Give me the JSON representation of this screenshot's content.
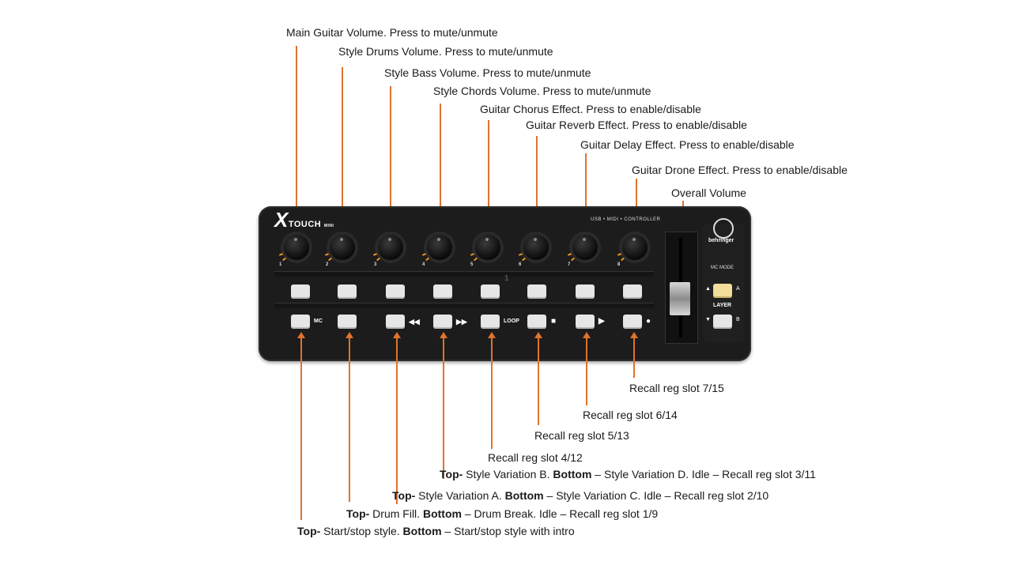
{
  "top_labels": [
    "Main Guitar Volume. Press to mute/unmute",
    "Style Drums Volume. Press to mute/unmute",
    "Style Bass Volume. Press to mute/unmute",
    "Style Chords Volume. Press to mute/unmute",
    "Guitar Chorus Effect. Press to enable/disable",
    "Guitar Reverb Effect. Press to enable/disable",
    "Guitar Delay Effect. Press to enable/disable",
    "Guitar Drone Effect. Press to enable/disable",
    "Overall Volume"
  ],
  "bottom_labels": {
    "slot7": "Recall reg slot 7/15",
    "slot6": "Recall reg slot 6/14",
    "slot5": "Recall reg slot 5/13",
    "slot4": "Recall reg slot 4/12",
    "slot3": {
      "top_key": "Top-",
      "top_text": " Style Variation B. ",
      "bottom_key": "Bottom",
      "bottom_text": " – Style Variation D. Idle – Recall reg slot 3/11"
    },
    "slot2": {
      "top_key": "Top-",
      "top_text": " Style Variation A. ",
      "bottom_key": "Bottom",
      "bottom_text": " – Style Variation C. Idle – Recall reg slot 2/10"
    },
    "slot1": {
      "top_key": "Top-",
      "top_text": " Drum Fill. ",
      "bottom_key": "Bottom",
      "bottom_text": " – Drum Break. Idle – Recall reg slot 1/9"
    },
    "slot0": {
      "top_key": "Top-",
      "top_text": " Start/stop style. ",
      "bottom_key": "Bottom",
      "bottom_text": " – Start/stop style with intro"
    }
  },
  "device": {
    "brand_x": "X",
    "brand_rest": "TOUCH",
    "brand_mini": "MINI",
    "usb_text": "USB • MIDI • CONTROLLER",
    "knob_numbers": [
      "1",
      "2",
      "3",
      "4",
      "5",
      "6",
      "7",
      "8"
    ],
    "btn_labels": {
      "mc": "MC",
      "rew": "◀◀",
      "ffw": "▶▶",
      "loop": "LOOP",
      "stop": "■",
      "play": "▶",
      "rec": "●"
    },
    "mc_mode": "MC MODE",
    "layer": "LAYER",
    "layer_a": "A",
    "layer_b": "B",
    "layer_up": "▲",
    "layer_down": "▼",
    "logo_text": "behringer",
    "row_mark": "1"
  },
  "colors": {
    "accent": "#e0732b",
    "led": "#f09a1a",
    "device_body": "#1c1c1c",
    "button": "#e6e6e6",
    "layer_a_button": "#f2dd9a"
  }
}
